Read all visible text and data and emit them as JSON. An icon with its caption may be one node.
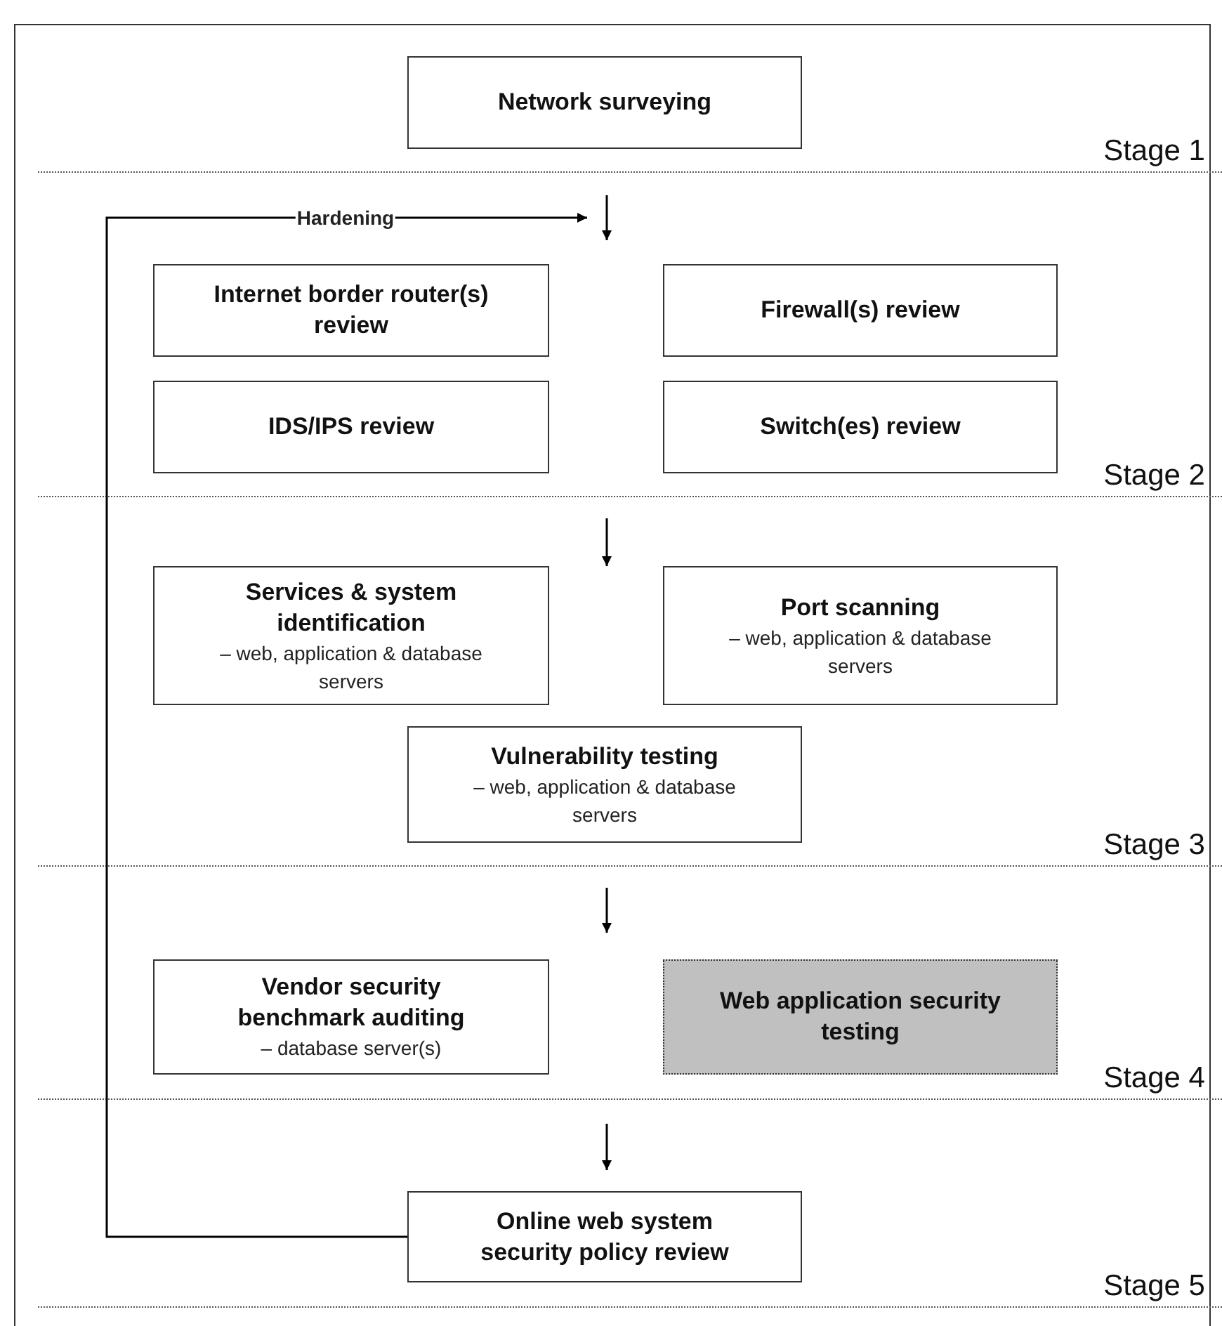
{
  "diagram": {
    "nodes": [
      {
        "text": [
          "Stage 1"
        ]
      },
      {
        "text": [
          "Network surveying"
        ],
        "in": 0
      },
      {
        "text": [
          "Stage 2"
        ]
      },
      {
        "text": [
          "Internet border router(s) review"
        ],
        "in": 2
      },
      {
        "text": [
          "Firewall(s) review"
        ],
        "in": 2
      },
      {
        "text": [
          "IDS/IPS review"
        ],
        "in": 2
      },
      {
        "text": [
          "Switch(es) review"
        ],
        "in": 2
      },
      {
        "text": [
          "Stage 3"
        ]
      },
      {
        "text": [
          "Services & system identification",
          "– web, application & database servers"
        ],
        "in": 7
      },
      {
        "text": [
          "Port scanning",
          "– web, application & database servers"
        ],
        "in": 7
      },
      {
        "text": [
          "Vulnerability testing",
          "– web, application & database servers"
        ],
        "in": 7
      },
      {
        "text": [
          "Stage 4"
        ]
      },
      {
        "text": [
          "Vendor security benchmark auditing",
          "– database server(s)"
        ],
        "in": 11
      },
      {
        "text": [
          "Web application security testing"
        ],
        "in": 11
      },
      {
        "text": [
          "Stage 5"
        ]
      },
      {
        "text": [
          "Online web system security policy review"
        ],
        "in": 14
      }
    ],
    "edges": [
      {
        "from": 0,
        "to": 2,
        "arrow": "to"
      },
      {
        "from": 2,
        "to": 7,
        "arrow": "to"
      },
      {
        "from": 7,
        "to": 11,
        "arrow": "to"
      },
      {
        "from": 11,
        "to": 14,
        "arrow": "to"
      },
      {
        "from": 15,
        "to": 2,
        "arrow": "to",
        "label": "Hardening"
      }
    ]
  }
}
